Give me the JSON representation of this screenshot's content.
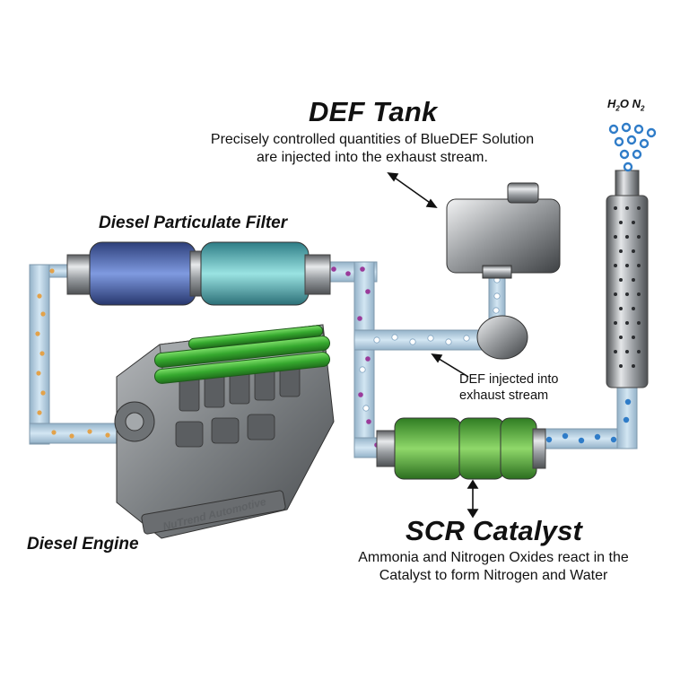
{
  "def_tank": {
    "title": "DEF Tank",
    "line1": "Precisely controlled quantities of BlueDEF Solution",
    "line2": "are injected into the exhaust stream."
  },
  "dpf": {
    "title": "Diesel Particulate Filter"
  },
  "engine": {
    "title": "Diesel Engine",
    "watermark": "NuTrend Automotive"
  },
  "injection": {
    "line1": "DEF injected into",
    "line2": "exhaust stream"
  },
  "scr": {
    "title": "SCR Catalyst",
    "line1": "Ammonia and Nitrogen Oxides react in the",
    "line2": "Catalyst to form Nitrogen and Water"
  },
  "output": {
    "h": "H",
    "h_sub": "2",
    "o": "O",
    "n": "N",
    "n_sub": "2"
  },
  "colors": {
    "pipe": "#b9d3e6",
    "pipe_edge": "#7f99ad",
    "dpf_blue": "#4a6fc4",
    "dpf_teal": "#5fc3c4",
    "scr_green": "#57b63b",
    "engine_green": "#3fb23a",
    "engine_gray": "#8a8d90",
    "particle_orange": "#e3a24a",
    "particle_purple": "#9a3a9a",
    "particle_blue": "#2f7cc8"
  }
}
